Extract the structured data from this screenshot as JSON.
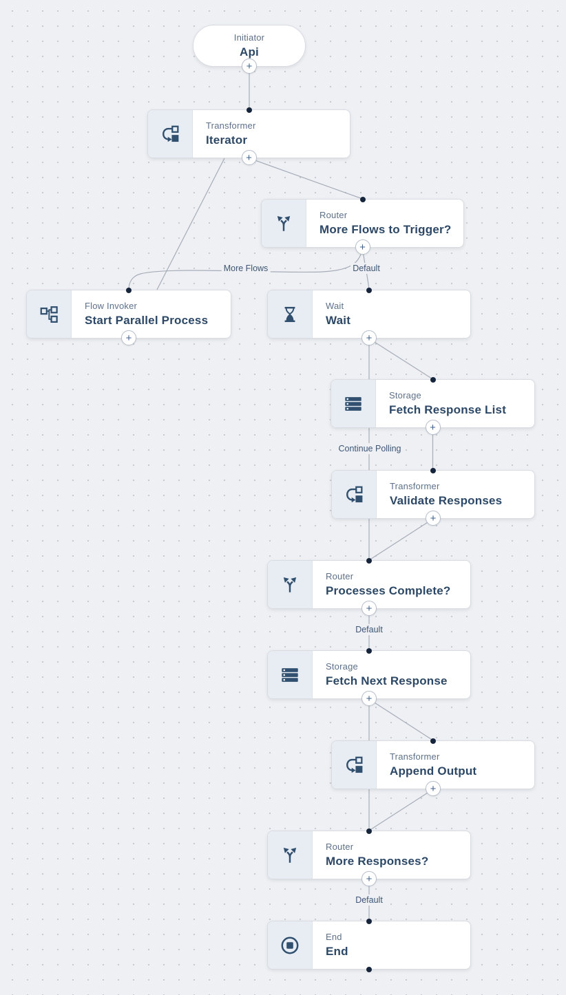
{
  "diagram": {
    "add_step_glyph": "+",
    "nodes": {
      "api": {
        "type": "Initiator",
        "title": "Api"
      },
      "iterator": {
        "type": "Transformer",
        "title": "Iterator"
      },
      "more_flows_router": {
        "type": "Router",
        "title": "More Flows to Trigger?"
      },
      "flow_invoker": {
        "type": "Flow Invoker",
        "title": "Start Parallel Process"
      },
      "wait": {
        "type": "Wait",
        "title": "Wait"
      },
      "fetch_response_list": {
        "type": "Storage",
        "title": "Fetch Response List"
      },
      "validate_responses": {
        "type": "Transformer",
        "title": "Validate Responses"
      },
      "processes_complete_router": {
        "type": "Router",
        "title": "Processes Complete?"
      },
      "fetch_next_response": {
        "type": "Storage",
        "title": "Fetch Next Response"
      },
      "append_output": {
        "type": "Transformer",
        "title": "Append Output"
      },
      "more_responses_router": {
        "type": "Router",
        "title": "More Responses?"
      },
      "end": {
        "type": "End",
        "title": "End"
      }
    },
    "edge_labels": {
      "more_flows": "More Flows",
      "router1_default": "Default",
      "continue_polling": "Continue Polling",
      "processes_complete_default": "Default",
      "more_responses_default": "Default"
    },
    "colors": {
      "canvas_bg": "#eef0f3",
      "card_bg": "#ffffff",
      "icon_panel_bg": "#e8edf3",
      "title_navy": "#2c4866",
      "icon_navy": "#31506f",
      "connector_gray": "#a6adb8",
      "connector_dot": "#16253c"
    }
  }
}
